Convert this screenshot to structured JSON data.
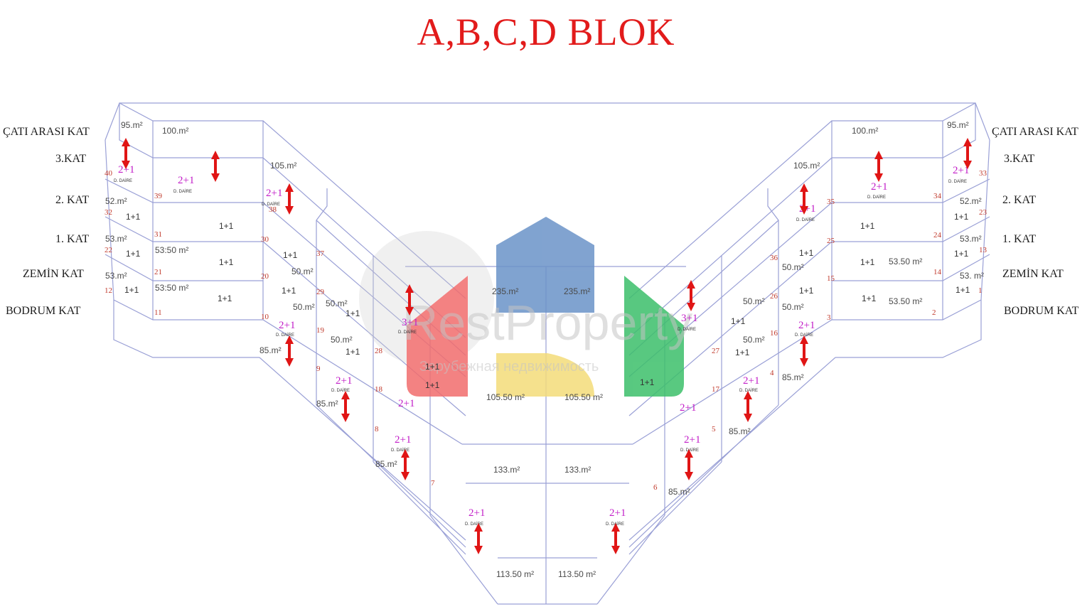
{
  "title": "A,B,C,D BLOK",
  "floors": {
    "cati": "ÇATI ARASI KAT",
    "kat3": "3.KAT",
    "kat2": "2. KAT",
    "kat1": "1. KAT",
    "zemin": "ZEMİN KAT",
    "bodrum": "BODRUM KAT"
  },
  "areas": {
    "a95": "95.m²",
    "a100": "100.m²",
    "a105": "105.m²",
    "a52": "52.m²",
    "a53": "53.m²",
    "a53_50": "53.50 m²",
    "a53_50b": "53:50 m²",
    "a53sp": "53. m²",
    "a50": "50.m²",
    "a235": "235.m²",
    "a85": "85.m²",
    "a105_50": "105.50 m²",
    "a133": "133.m²",
    "a113_50": "113.50 m²"
  },
  "unit_types": {
    "t11": "1+1",
    "t21": "2+1",
    "t31": "3+1",
    "dubleks": "D. DAİRE"
  },
  "unit_numbers": [
    "1",
    "2",
    "3",
    "4",
    "5",
    "6",
    "7",
    "8",
    "9",
    "10",
    "11",
    "12",
    "13",
    "14",
    "15",
    "16",
    "17",
    "18",
    "19",
    "20",
    "21",
    "22",
    "23",
    "24",
    "25",
    "26",
    "27",
    "28",
    "29",
    "30",
    "31",
    "32",
    "33",
    "34",
    "35",
    "36",
    "37",
    "38",
    "39",
    "40"
  ],
  "watermark": {
    "brand": "RestProperty",
    "tagline": "Зарубежная недвижимость",
    "colors": {
      "blue": "#6b93c8",
      "red": "#f26d6d",
      "green": "#3cbf6a",
      "yellow": "#f4dc7a",
      "gray": "#cfcfcf"
    }
  },
  "colors": {
    "title": "#e21b1b",
    "lines": "#9aa0d6",
    "arrows": "#e01515",
    "unit_type": "#c21ec8",
    "unit_number": "#c0392b"
  }
}
